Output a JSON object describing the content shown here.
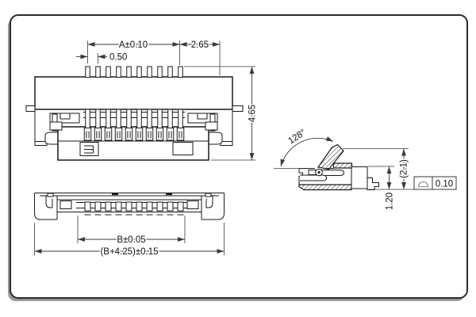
{
  "front_view": {
    "dim_pitch": "0.50",
    "dim_span": "A±0.10",
    "dim_end": "2.65",
    "dim_height": "4.65"
  },
  "bottom_view": {
    "dim_contact": "B±0.05",
    "dim_overall": "(B+4.25)±0.15"
  },
  "side_view": {
    "dim_angle": "128°",
    "dim_open_height": "(2.1)",
    "dim_height": "1.20",
    "dim_flatness": "0.10"
  },
  "colors": {
    "line": "#1a1a1a",
    "dimension": "#3a3a3a",
    "sheet_border": "#2b2b2b",
    "sheet_shadow": "#9a9a9a",
    "symbol_gray": "#9a9a9a"
  }
}
